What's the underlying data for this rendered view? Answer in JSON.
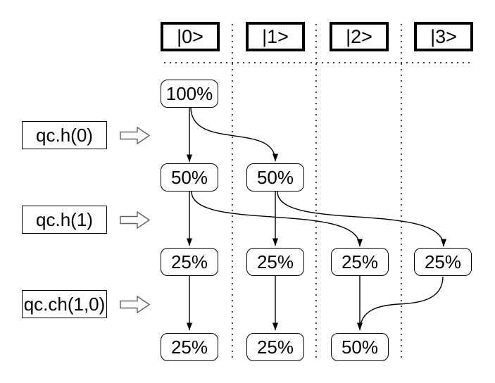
{
  "columns": [
    {
      "label": "|0>"
    },
    {
      "label": "|1>"
    },
    {
      "label": "|2>"
    },
    {
      "label": "|3>"
    }
  ],
  "operations": [
    {
      "label": "qc.h(0)"
    },
    {
      "label": "qc.h(1)"
    },
    {
      "label": "qc.ch(1,0)"
    }
  ],
  "cells": {
    "r0c0": "100%",
    "r1c0": "50%",
    "r1c1": "50%",
    "r2c0": "25%",
    "r2c1": "25%",
    "r2c2": "25%",
    "r2c3": "25%",
    "r3c0": "25%",
    "r3c1": "25%",
    "r3c2": "50%"
  },
  "transitions": [
    {
      "operation": "qc.h(0)",
      "edges": [
        {
          "from": 0,
          "to": 0
        },
        {
          "from": 0,
          "to": 1
        }
      ]
    },
    {
      "operation": "qc.h(1)",
      "edges": [
        {
          "from": 0,
          "to": 0
        },
        {
          "from": 0,
          "to": 2
        },
        {
          "from": 1,
          "to": 1
        },
        {
          "from": 1,
          "to": 3
        }
      ]
    },
    {
      "operation": "qc.ch(1,0)",
      "edges": [
        {
          "from": 0,
          "to": 0
        },
        {
          "from": 1,
          "to": 1
        },
        {
          "from": 2,
          "to": 2
        },
        {
          "from": 3,
          "to": 2
        }
      ]
    }
  ],
  "colors": {
    "background": "#ffffff",
    "box_border": "#000000",
    "arrow": "#000000",
    "dotted_guide": "#404040",
    "block_arrow_outline": "#666666"
  }
}
